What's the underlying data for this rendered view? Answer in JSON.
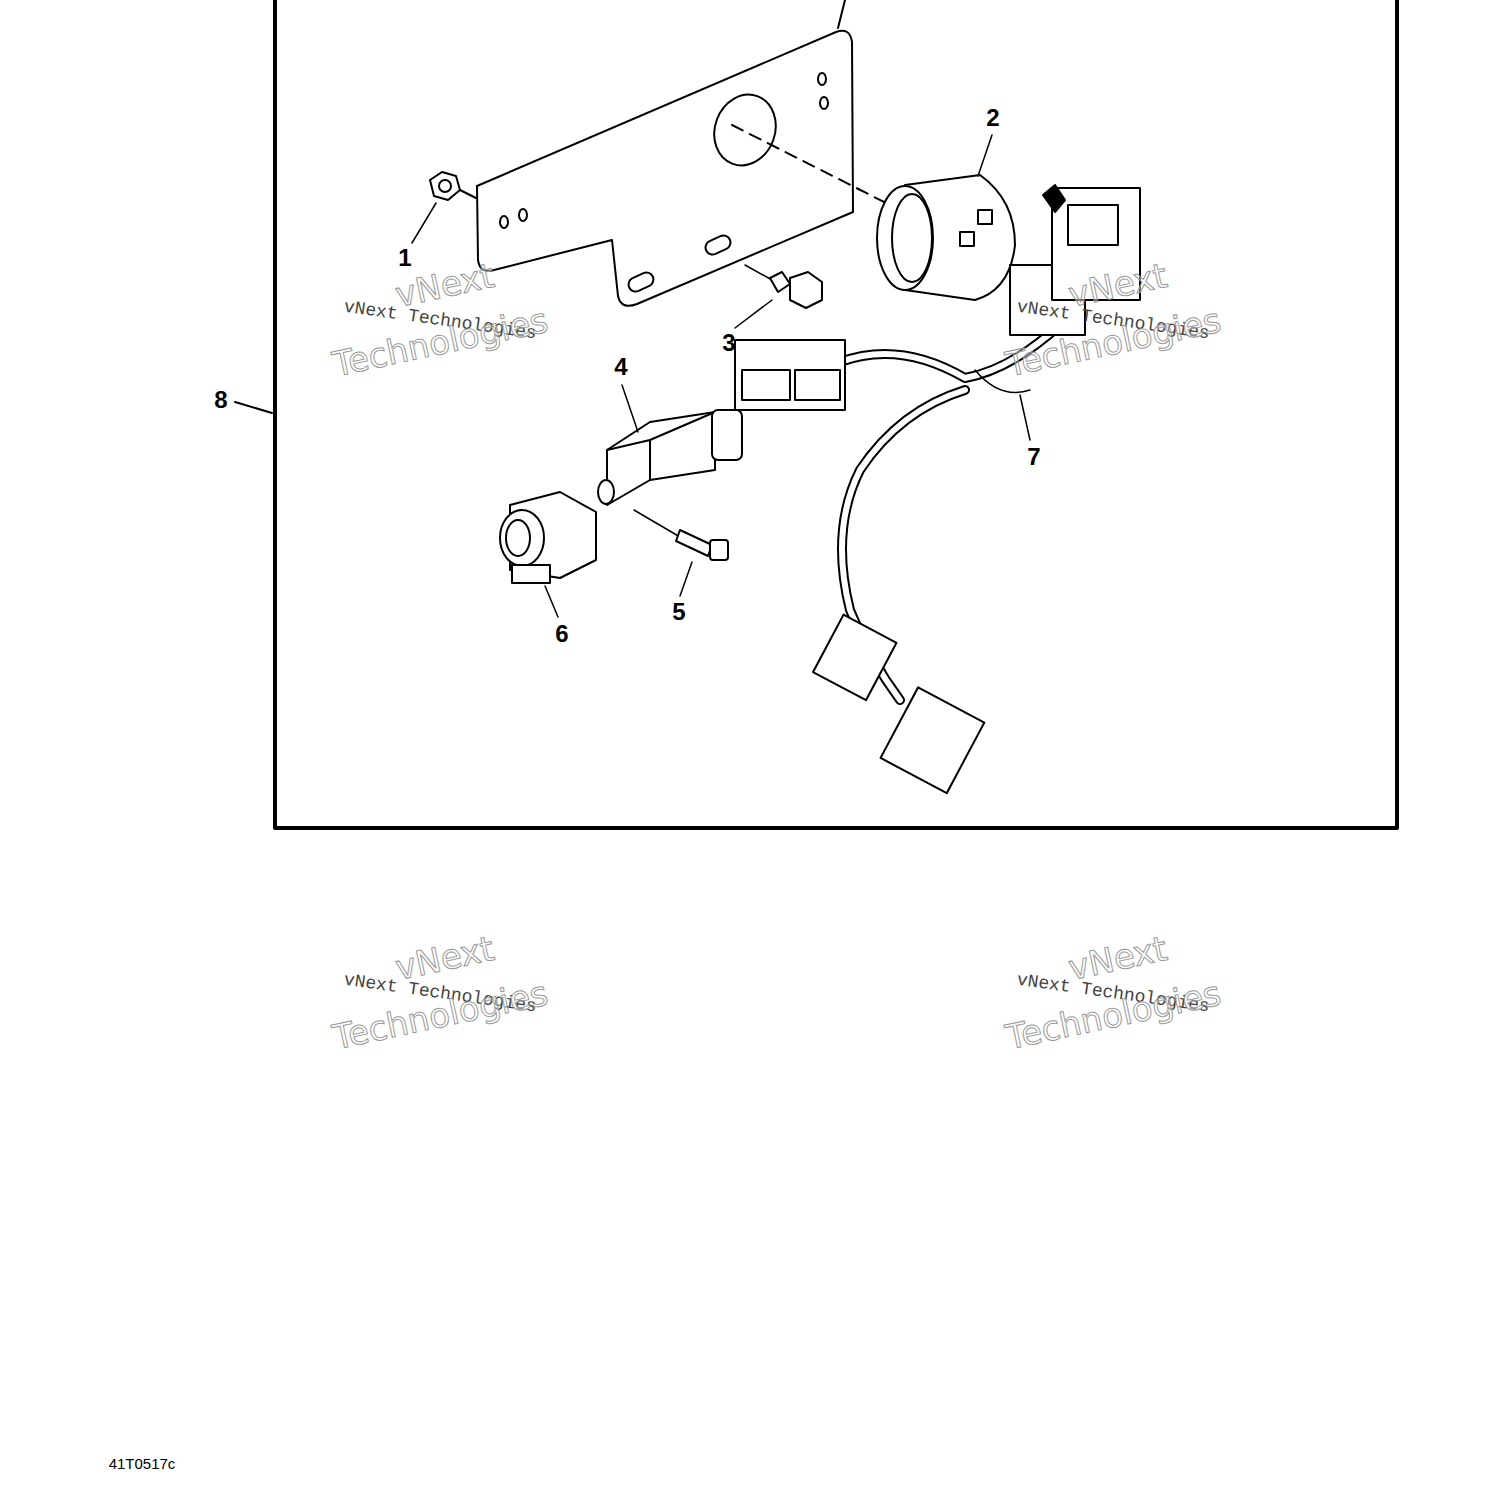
{
  "diagram": {
    "labels": [
      "1",
      "2",
      "3",
      "4",
      "5",
      "6",
      "7",
      "8",
      "vNext",
      "vNext Technologies",
      "Technologies",
      "vNext",
      "vNext Technologies",
      "Technologies",
      "vNext",
      "vNext Technologies",
      "Technologies",
      "vNext",
      "vNext Technologies",
      "Technologies",
      "41T0517c"
    ]
  }
}
